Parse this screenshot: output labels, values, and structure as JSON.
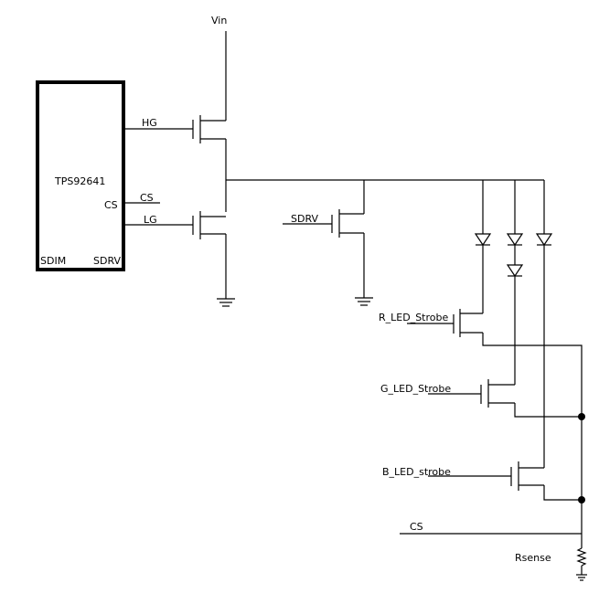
{
  "labels": {
    "vin": "Vin",
    "chip": "TPS92641",
    "hg": "HG",
    "cs_pin": "CS",
    "cs_wire": "CS",
    "lg": "LG",
    "sdim": "SDIM",
    "sdrv_pin": "SDRV",
    "sdrv_gate": "SDRV",
    "r_strobe": "R_LED_Strobe",
    "g_strobe": "G_LED_Strobe",
    "b_strobe": "B_LED_strobe",
    "cs_bottom": "CS",
    "rsense": "Rsense"
  }
}
